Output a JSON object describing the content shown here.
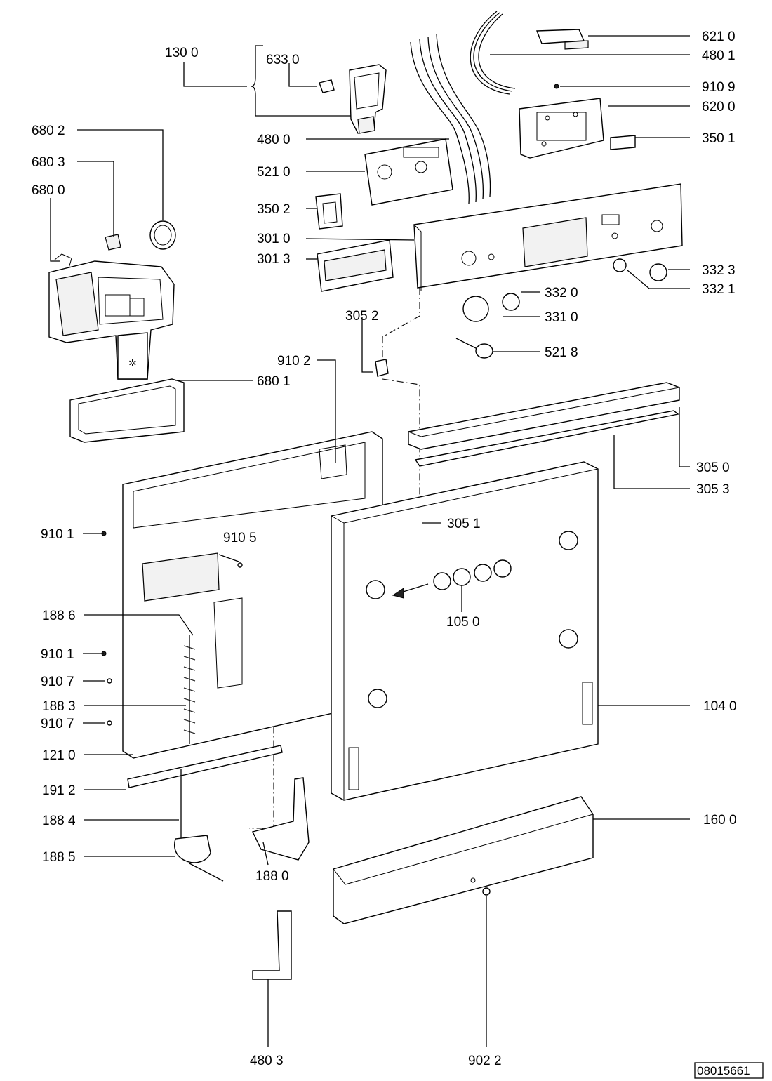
{
  "diagram_code": "08015661",
  "labels": {
    "l1300": "130 0",
    "l6330": "633 0",
    "l4800": "480 0",
    "l5210": "521 0",
    "l3502": "350 2",
    "l3010": "301 0",
    "l3013": "301 3",
    "l3052": "305 2",
    "l6210": "621 0",
    "l4801": "480 1",
    "l9109": "910 9",
    "l6200": "620 0",
    "l3501": "350 1",
    "l3323": "332 3",
    "l3321": "332 1",
    "l3320": "332 0",
    "l3310": "331 0",
    "l5218": "521 8",
    "l6802": "680 2",
    "l6803": "680 3",
    "l6800": "680 0",
    "l6801": "680 1",
    "l9102": "910 2",
    "l3050": "305 0",
    "l3053": "305 3",
    "l3051": "305 1",
    "l9101a": "910 1",
    "l9105": "910 5",
    "l1886": "188 6",
    "l1050": "105 0",
    "l9101b": "910 1",
    "l9107a": "910 7",
    "l1883": "188 3",
    "l9107b": "910 7",
    "l1040": "104 0",
    "l1210": "121 0",
    "l1912": "191 2",
    "l1884": "188 4",
    "l1885": "188 5",
    "l1880": "188 0",
    "l1600": "160 0",
    "l4803": "480 3",
    "l9022": "902 2"
  }
}
